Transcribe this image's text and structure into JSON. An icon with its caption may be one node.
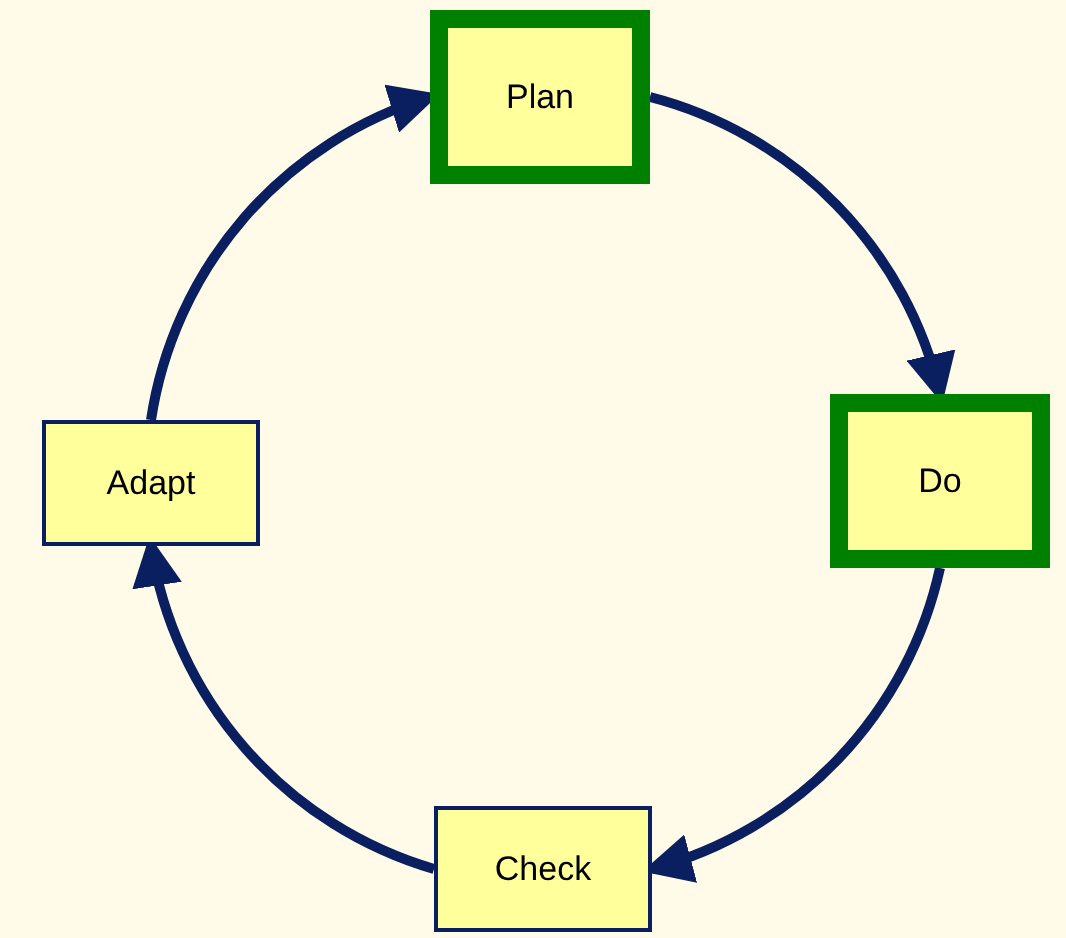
{
  "diagram": {
    "nodes": [
      {
        "text": [
          "Plan"
        ]
      },
      {
        "text": [
          "Do"
        ]
      },
      {
        "text": [
          "Check"
        ]
      },
      {
        "text": [
          "Adapt"
        ]
      }
    ],
    "edges": [
      {
        "from": 0,
        "to": 1,
        "arrow": "to"
      },
      {
        "from": 1,
        "to": 2,
        "arrow": "to"
      },
      {
        "from": 2,
        "to": 3,
        "arrow": "to"
      },
      {
        "from": 3,
        "to": 0,
        "arrow": "to"
      }
    ]
  }
}
